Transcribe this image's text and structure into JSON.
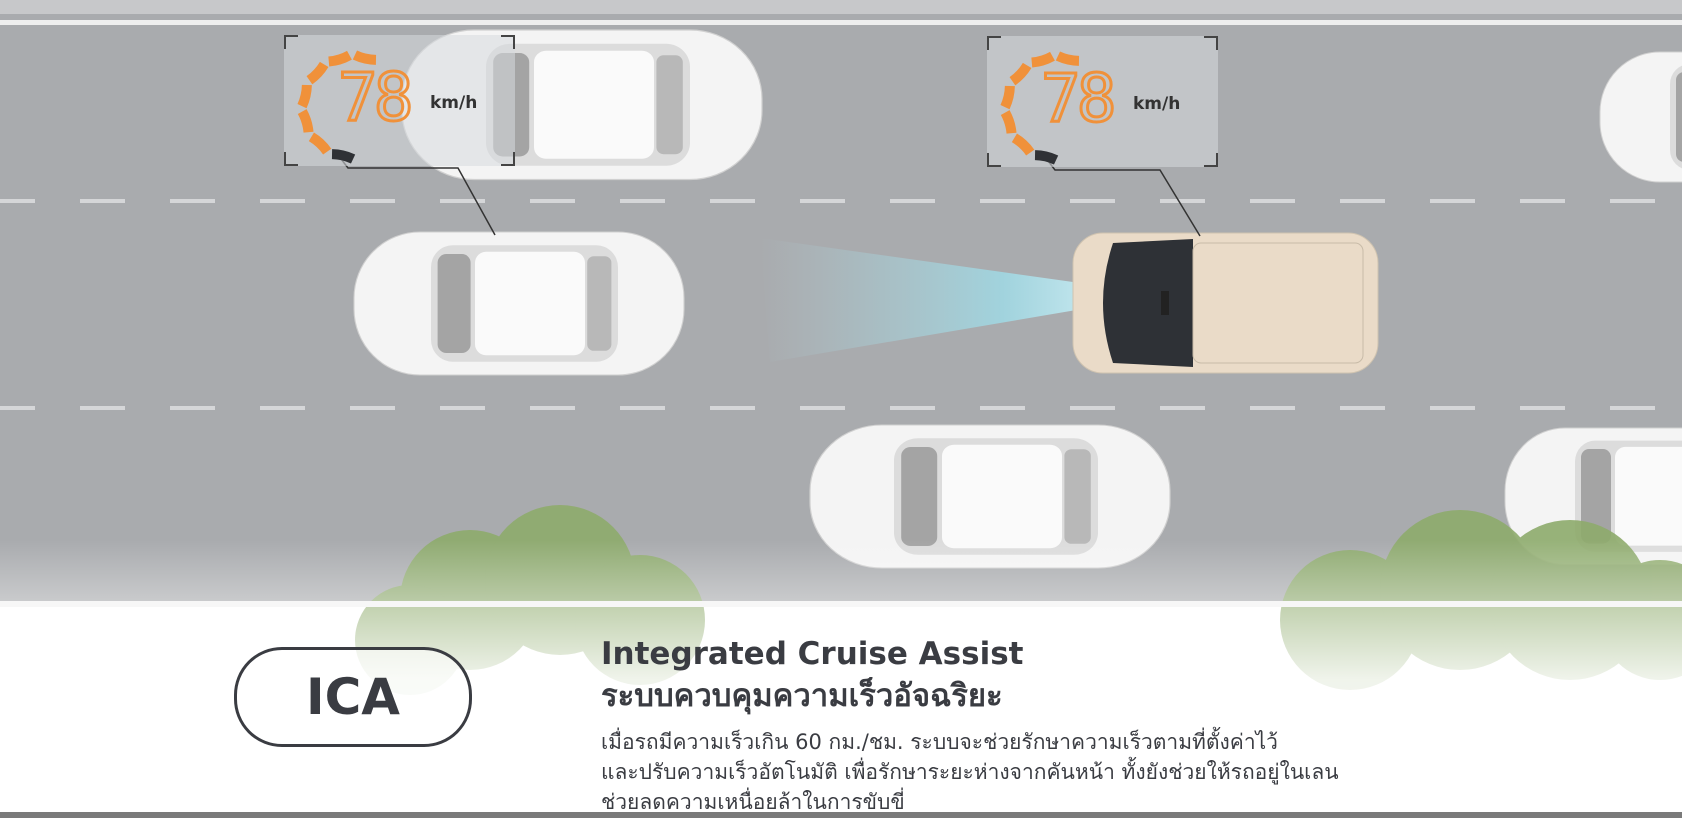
{
  "hud_left": {
    "speed": "78",
    "unit": "km/h",
    "gauge_fraction": 0.78
  },
  "hud_right": {
    "speed": "78",
    "unit": "km/h",
    "gauge_fraction": 0.78
  },
  "badge": {
    "label": "ICA"
  },
  "heading": {
    "english": "Integrated Cruise Assist",
    "thai": "ระบบควบคุมความเร็วอัจฉริยะ"
  },
  "description": {
    "lines": [
      "เมื่อรถมีความเร็วเกิน 60 กม./ชม. ระบบจะช่วยรักษาความเร็วตามที่ตั้งค่าไว้",
      "และปรับความเร็วอัตโนมัติ เพื่อรักษาระยะห่างจากคันหน้า ทั้งยังช่วยให้รถอยู่ในเลน",
      "ช่วยลดความเหนื่อยล้าในการขับขี่"
    ]
  },
  "colors": {
    "accent": "#f0913a",
    "text": "#3a3c42",
    "road": "#a9abae",
    "ego_car": "#eadbc8",
    "sensor_beam": "#bfe9f2"
  }
}
